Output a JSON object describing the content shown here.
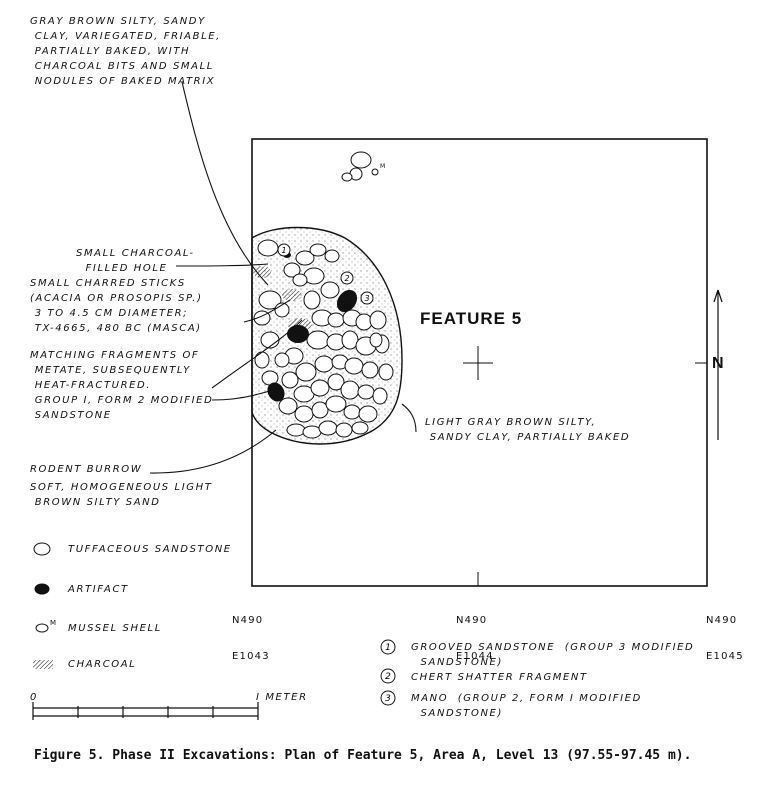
{
  "feature": {
    "title": "FEATURE 5",
    "north_label": "N"
  },
  "annotations": {
    "fill_upper": "GRAY BROWN SILTY, SANDY\n CLAY, VARIEGATED, FRIABLE,\n PARTIALLY BAKED, WITH\n CHARCOAL BITS AND SMALL\n NODULES OF BAKED MATRIX",
    "charcoal_hole": "SMALL CHARCOAL-\n  FILLED HOLE",
    "charred_sticks": "SMALL CHARRED STICKS\n(ACACIA OR PROSOPIS SP.)\n 3 TO 4.5 CM DIAMETER;\n TX-4665, 480 BC (MASCA)",
    "metate": "MATCHING FRAGMENTS OF\n METATE, SUBSEQUENTLY\n HEAT-FRACTURED.\n GROUP I, FORM 2 MODIFIED\n SANDSTONE",
    "baked_clay": "LIGHT GRAY BROWN SILTY,\n SANDY CLAY, PARTIALLY BAKED",
    "rodent_burrow": "RODENT BURROW",
    "burrow_fill": "SOFT, HOMOGENEOUS LIGHT\n BROWN SILTY SAND"
  },
  "grid_points": [
    {
      "n": "N490",
      "e": "E1043"
    },
    {
      "n": "N490",
      "e": "E1044"
    },
    {
      "n": "N490",
      "e": "E1045"
    }
  ],
  "legend": [
    {
      "symbol": "sandstone",
      "label": "TUFFACEOUS SANDSTONE"
    },
    {
      "symbol": "artifact",
      "label": "ARTIFACT"
    },
    {
      "symbol": "mussel",
      "label": "MUSSEL SHELL",
      "mark": "M"
    },
    {
      "symbol": "charcoal",
      "label": "CHARCOAL"
    }
  ],
  "numbered_items": [
    {
      "num": "1",
      "label": "GROOVED SANDSTONE  (GROUP 3 MODIFIED\n  SANDSTONE)"
    },
    {
      "num": "2",
      "label": "CHERT SHATTER FRAGMENT"
    },
    {
      "num": "3",
      "label": "MANO  (GROUP 2, FORM I MODIFIED\n  SANDSTONE)"
    }
  ],
  "scale": {
    "zero": "0",
    "end": "I METER"
  },
  "caption": "Figure 5.  Phase II Excavations:  Plan of Feature 5, Area A, Level 13 (97.55-97.45 m).",
  "colors": {
    "ink": "#111111",
    "paper": "#ffffff",
    "fill_stipple": "#dcdcdc"
  }
}
